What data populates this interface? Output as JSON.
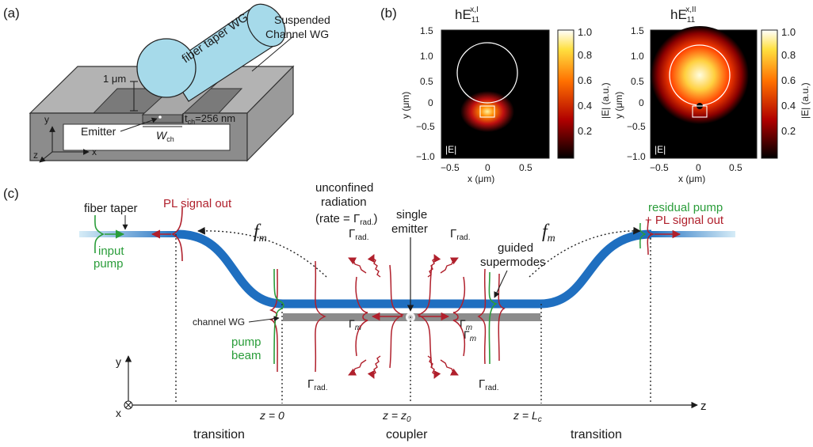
{
  "panel_a": {
    "label": "(a)",
    "taper_label": "fiber taper WG",
    "wg_label_line1": "Suspended",
    "wg_label_line2": "Channel WG",
    "gap_label": "1 μm",
    "thickness_label": "t",
    "thickness_sub": "ch",
    "thickness_value": "=256 nm",
    "width_label": "W",
    "width_sub": "ch",
    "emitter_label": "Emitter",
    "axis_y": "y",
    "axis_x": "x",
    "axis_z": "z"
  },
  "panel_b": {
    "label": "(b)",
    "plots": [
      {
        "title_base": "hE",
        "title_sub": "11",
        "title_sup": "x,I"
      },
      {
        "title_base": "hE",
        "title_sub": "11",
        "title_sup": "x,II"
      }
    ],
    "y_ticks": [
      "1.5",
      "1.0",
      "0.5",
      "0",
      "−0.5",
      "−1.0"
    ],
    "x_ticks": [
      "−0.5",
      "0",
      "0.5"
    ],
    "cbar_ticks": [
      "1.0",
      "0.8",
      "0.6",
      "0.4",
      "0.2"
    ],
    "ylabel": "y (μm)",
    "xlabel": "x (μm)",
    "cbar_label": "|E| (a.u.)",
    "field_tag": "|E|"
  },
  "panel_c": {
    "label": "(c)",
    "fiber_taper": "fiber taper",
    "pl_out": "PL signal out",
    "input_pump_1": "input",
    "input_pump_2": "pump",
    "unconfined_1": "unconfined",
    "unconfined_2": "radiation",
    "unconfined_3": "(rate = ",
    "gamma": "Γ",
    "rad_sub": "rad.",
    "m_sub": "m",
    "single_1": "single",
    "single_2": "emitter",
    "guided_1": "guided",
    "guided_2": "supermodes",
    "residual_1": "residual pump",
    "residual_2": "+ PL signal out",
    "fm": "f",
    "fm_sub": "m",
    "channel_wg": "channel WG",
    "pump_beam_1": "pump",
    "pump_beam_2": "beam",
    "axis_y": "y",
    "axis_x": "x",
    "axis_z": "z",
    "z0": "z = 0",
    "zz0": "z = z",
    "zz0_sub": "0",
    "zL": "z = L",
    "zL_sub": "c",
    "transition": "transition",
    "coupler": "coupler"
  },
  "colors": {
    "taper_blue": "#1f6fc0",
    "taper_light": "#a9d8ea",
    "channel_grey": "#8c8c8c",
    "signal_red": "#b0202c",
    "pump_green": "#2a9d3a"
  }
}
